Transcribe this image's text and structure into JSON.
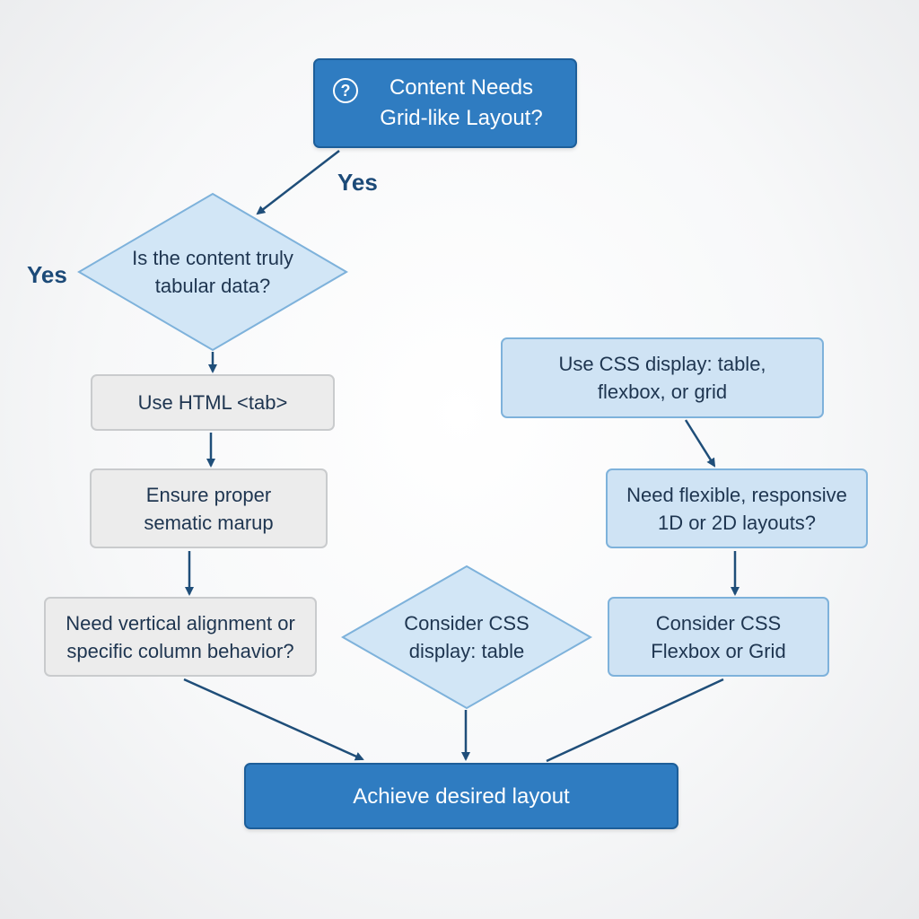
{
  "nodes": {
    "start": "Content Needs\nGrid-like Layout?",
    "tabular_question": "Is the content truly\ntabular data?",
    "use_html_table": "Use HTML <tab>",
    "semantic_markup": "Ensure proper\nsematic marup",
    "vertical_alignment": "Need vertical alignment or\nspecific column behavior?",
    "consider_display_table": "Consider CSS\ndisplay: table",
    "use_css_display": "Use CSS display: table,\nflexbox, or grid",
    "flexible_layouts": "Need flexible, responsive\n1D or 2D layouts?",
    "consider_flexbox_grid": "Consider CSS\nFlexbox or Grid",
    "end": "Achieve desired layout"
  },
  "edge_labels": {
    "start_yes": "Yes",
    "tabular_yes": "Yes"
  },
  "colors": {
    "primary_blue": "#2f7cc1",
    "light_blue": "#cfe3f4",
    "gray": "#ececec",
    "arrow": "#1f4e79"
  }
}
